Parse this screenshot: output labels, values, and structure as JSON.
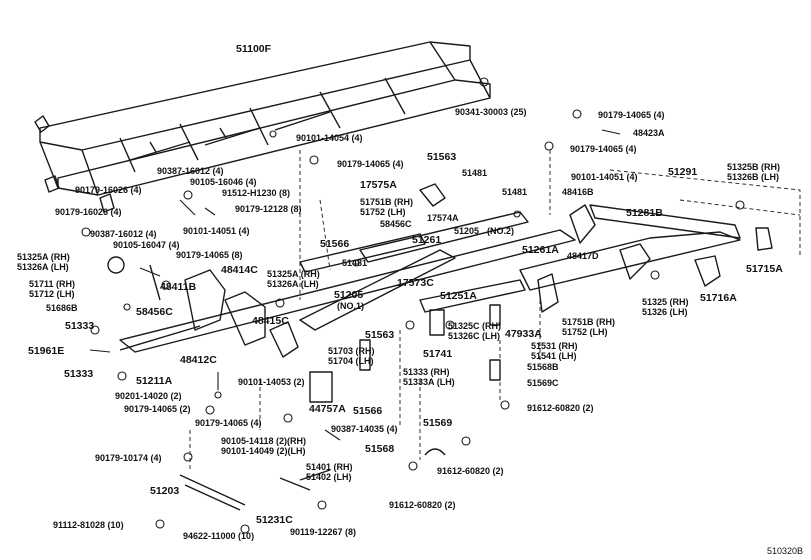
{
  "diagram_code": "510320B",
  "colors": {
    "line": "#1a1a1a",
    "fill": "#ffffff"
  },
  "parts": {
    "p51100F": "51100F",
    "p90341": "90341-30003 (25)",
    "p90179_14065_4a": "90179-14065 (4)",
    "p48423A": "48423A",
    "p90101_14054": "90101-14054 (4)",
    "p90179_14065_4b": "90179-14065 (4)",
    "p90179_14065_4c": "90179-14065 (4)",
    "p90387_16012_4a": "90387-16012 (4)",
    "p90105_16046": "90105-16046 (4)",
    "p91512": "91512-H1230 (8)",
    "p90179_16026_4a": "90179-16026 (4)",
    "p90179_12128": "90179-12128 (8)",
    "p17575A": "17575A",
    "p51563a": "51563",
    "p51481a": "51481",
    "p51481b": "51481",
    "p90101_14051_4a": "90101-14051 (4)",
    "p51291": "51291",
    "p51325B": "51325B (RH)",
    "p51326B": "51326B (LH)",
    "p48416B": "48416B",
    "p51751B_a": "51751B (RH)",
    "p51752_a": "51752 (LH)",
    "p17574A": "17574A",
    "p51281B": "51281B",
    "p90179_16026_4b": "90179-16026 (4)",
    "p90387_16012_4b": "90387-16012 (4)",
    "p90101_14051_4b": "90101-14051 (4)",
    "p58456C_a": "58456C",
    "p51205_no2": "51205",
    "p51205_no2_sub": "(NO.2)",
    "p90105_16047": "90105-16047 (4)",
    "p51566a": "51566",
    "p51261": "51261",
    "p51261A": "51261A",
    "p90179_14065_8": "90179-14065 (8)",
    "p51325A_a": "51325A (RH)",
    "p51326A_a": "51326A (LH)",
    "p51481c": "51481",
    "p48417D": "48417D",
    "p51715A": "51715A",
    "p51325A_b": "51325A (RH)",
    "p51326A_b": "51326A (LH)",
    "p48414C": "48414C",
    "p17573C": "17573C",
    "p51711": "51711 (RH)",
    "p51712": "51712 (LH)",
    "p48411B": "48411B",
    "p51205_no1": "51205",
    "p51205_no1_sub": "(NO.1)",
    "p51251A": "51251A",
    "p51716A": "51716A",
    "p51686B": "51686B",
    "p58456C_b": "58456C",
    "p51325_rh": "51325 (RH)",
    "p51326_lh": "51326 (LH)",
    "p48415C": "48415C",
    "p51563b": "51563",
    "p51751B_b": "51751B (RH)",
    "p51752_b": "51752 (LH)",
    "p51333a": "51333",
    "p51325C": "51325C (RH)",
    "p51326C": "51326C (LH)",
    "p47933A": "47933A",
    "p51703": "51703 (RH)",
    "p51704": "51704 (LH)",
    "p51741": "51741",
    "p51531": "51531 (RH)",
    "p51541": "51541 (LH)",
    "p51961E": "51961E",
    "p48412C": "48412C",
    "p51568B": "51568B",
    "p51333b": "51333",
    "p51211A": "51211A",
    "p90101_14053": "90101-14053 (2)",
    "p51333_rh": "51333 (RH)",
    "p51333A_lh": "51333A (LH)",
    "p51569C": "51569C",
    "p90201": "90201-14020 (2)",
    "p90179_14065_2": "90179-14065 (2)",
    "p44757A": "44757A",
    "p51566b": "51566",
    "p91612_a": "91612-60820 (2)",
    "p90179_14065_4d": "90179-14065 (4)",
    "p90387_14035": "90387-14035 (4)",
    "p51569": "51569",
    "p90105_14118": "90105-14118 (2)(RH)",
    "p90101_14049": "90101-14049 (2)(LH)",
    "p51568": "51568",
    "p90179_10174": "90179-10174 (4)",
    "p51401": "51401 (RH)",
    "p51402": "51402 (LH)",
    "p91612_b": "91612-60820 (2)",
    "p51203": "51203",
    "p91612_c": "91612-60820 (2)",
    "p91112": "91112-81028 (10)",
    "p51231C": "51231C",
    "p94622": "94622-11000 (10)",
    "p90119": "90119-12267 (8)"
  }
}
